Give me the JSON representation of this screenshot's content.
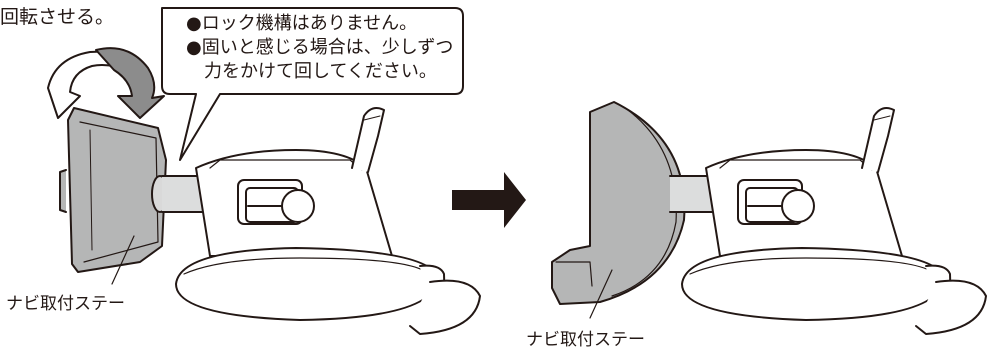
{
  "heading": "回転させる。",
  "callout": {
    "bullet": "●",
    "line1": "ロック機構はありません。",
    "line2": "固いと感じる場合は、少しずつ",
    "line3": "力をかけて回してください。"
  },
  "labels": {
    "left": "ナビ取付ステー",
    "right": "ナビ取付ステー"
  },
  "colors": {
    "line": "#231815",
    "gray_fill": "#b5b6b6",
    "light_gray": "#dcdddd",
    "arrow": "#231815"
  }
}
